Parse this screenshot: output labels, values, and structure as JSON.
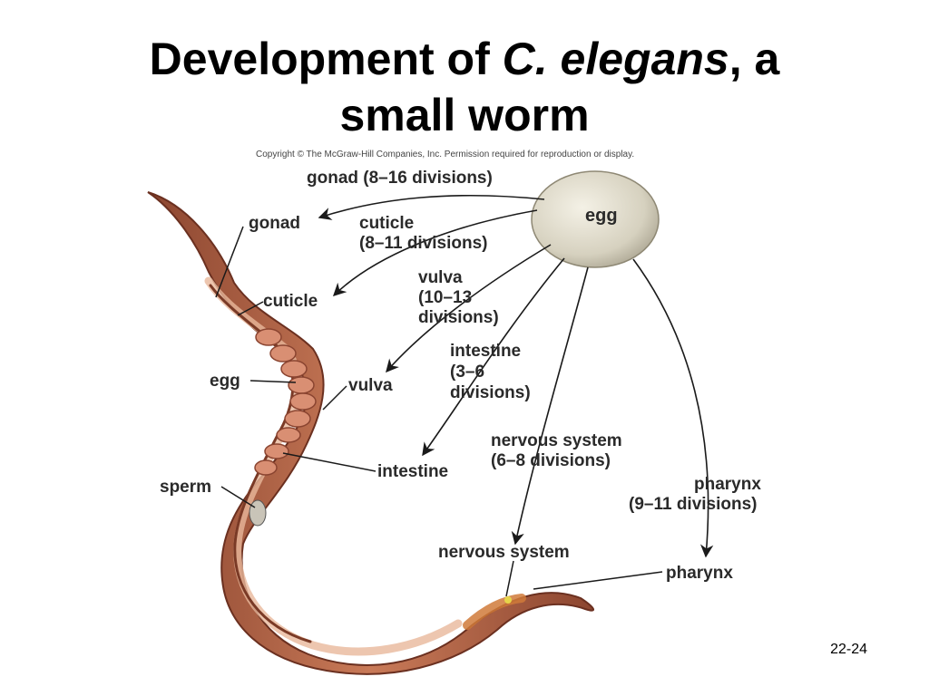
{
  "title": {
    "prefix": "Development of ",
    "species": "C. elegans",
    "suffix": ", a",
    "line2": "small worm"
  },
  "copyright": "Copyright © The McGraw-Hill Companies, Inc. Permission required for reproduction or display.",
  "egg_label": "egg",
  "division_labels": {
    "gonad": "gonad (8–16 divisions)",
    "cuticle_1": "cuticle",
    "cuticle_2": "(8–11 divisions)",
    "vulva_1": "vulva",
    "vulva_2": "(10–13",
    "vulva_3": "divisions)",
    "intestine_1": "intestine",
    "intestine_2": "(3–6",
    "intestine_3": "divisions)",
    "nervous_1": "nervous system",
    "nervous_2": "(6–8 divisions)",
    "pharynx_1": "pharynx",
    "pharynx_2": "(9–11 divisions)"
  },
  "worm_labels": {
    "gonad": "gonad",
    "cuticle": "cuticle",
    "egg": "egg",
    "vulva": "vulva",
    "intestine": "intestine",
    "sperm": "sperm",
    "nervous_system": "nervous system",
    "pharynx": "pharynx"
  },
  "slide_number": "22-24",
  "colors": {
    "egg_fill": "#d6d1bf",
    "worm_body": "#b86a4c",
    "worm_dark": "#7a3a26",
    "worm_light": "#e6b394",
    "arrow": "#1a1a1a"
  }
}
